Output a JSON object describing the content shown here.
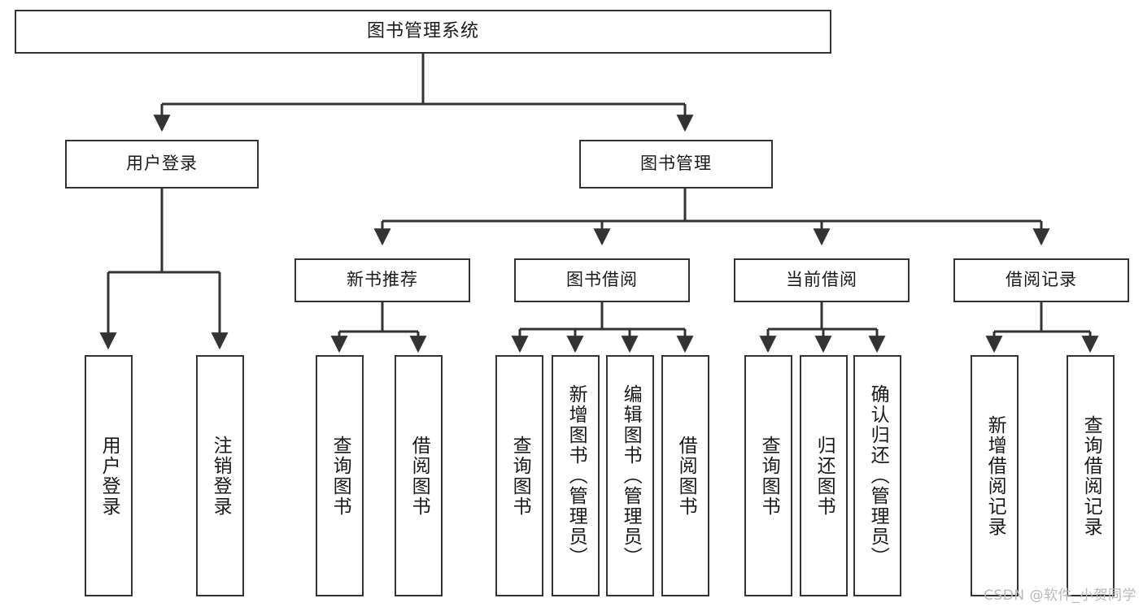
{
  "diagram": {
    "type": "tree-hierarchy",
    "title": "图书管理系统",
    "root": {
      "id": "root",
      "label": "图书管理系统",
      "orientation": "horizontal"
    },
    "level2": [
      {
        "id": "user-login",
        "label": "用户登录",
        "orientation": "horizontal"
      },
      {
        "id": "book-manage",
        "label": "图书管理",
        "orientation": "horizontal"
      }
    ],
    "level3": [
      {
        "id": "new-book-rec",
        "label": "新书推荐",
        "orientation": "horizontal",
        "parent": "book-manage"
      },
      {
        "id": "book-borrow",
        "label": "图书借阅",
        "orientation": "horizontal",
        "parent": "book-manage"
      },
      {
        "id": "current-borrow",
        "label": "当前借阅",
        "orientation": "horizontal",
        "parent": "book-manage"
      },
      {
        "id": "borrow-record",
        "label": "借阅记录",
        "orientation": "horizontal",
        "parent": "book-manage"
      }
    ],
    "leaves": [
      {
        "id": "leaf-user-login",
        "label": "用户登录",
        "parent": "user-login"
      },
      {
        "id": "leaf-user-logout",
        "label": "注销登录",
        "parent": "user-login"
      },
      {
        "id": "leaf-rec-query-book",
        "label": "查询图书",
        "parent": "new-book-rec"
      },
      {
        "id": "leaf-rec-borrow-book",
        "label": "借阅图书",
        "parent": "new-book-rec"
      },
      {
        "id": "leaf-borrow-query-book",
        "label": "查询图书",
        "parent": "book-borrow"
      },
      {
        "id": "leaf-borrow-add-book",
        "label": "新增图书（管理员）",
        "parent": "book-borrow"
      },
      {
        "id": "leaf-borrow-edit-book",
        "label": "编辑图书（管理员）",
        "parent": "book-borrow"
      },
      {
        "id": "leaf-borrow-borrow-book",
        "label": "借阅图书",
        "parent": "book-borrow"
      },
      {
        "id": "leaf-cur-query-book",
        "label": "查询图书",
        "parent": "current-borrow"
      },
      {
        "id": "leaf-cur-return-book",
        "label": "归还图书",
        "parent": "current-borrow"
      },
      {
        "id": "leaf-cur-confirm-return",
        "label": "确认归还（管理员）",
        "parent": "current-borrow"
      },
      {
        "id": "leaf-rec-add-record",
        "label": "新增借阅记录",
        "parent": "borrow-record"
      },
      {
        "id": "leaf-rec-query-record",
        "label": "查询借阅记录",
        "parent": "borrow-record"
      }
    ],
    "colors": {
      "stroke": "#333333",
      "fill": "#ffffff",
      "text": "#1a1a1a",
      "watermark": "#b9b9b9"
    }
  },
  "watermark": {
    "text": "CSDN @软件_小贺同学"
  }
}
